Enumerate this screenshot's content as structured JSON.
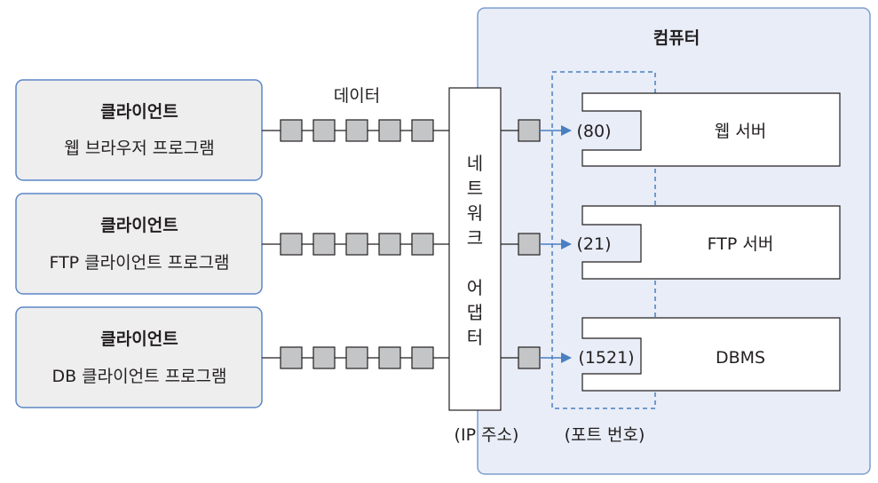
{
  "computer": {
    "title": "컴퓨터"
  },
  "clients": [
    {
      "title": "클라이언트",
      "subtitle": "웹 브라우저 프로그램"
    },
    {
      "title": "클라이언트",
      "subtitle": "FTP 클라이언트 프로그램"
    },
    {
      "title": "클라이언트",
      "subtitle": "DB 클라이언트 프로그램"
    }
  ],
  "data_label": "데이터",
  "network_adapter": {
    "label_chars": [
      "네",
      "트",
      "워",
      "크",
      "",
      "어",
      "댑",
      "터"
    ],
    "caption": "(IP 주소)"
  },
  "port_caption": "(포트 번호)",
  "servers": [
    {
      "name": "웹 서버",
      "port": "(80)"
    },
    {
      "name": "FTP 서버",
      "port": "(21)"
    },
    {
      "name": "DBMS",
      "port": "(1521)"
    }
  ],
  "colors": {
    "computer_bg": "#e8edf7",
    "computer_border": "#7d9dd0",
    "client_bg": "#eeeeef",
    "client_border": "#5b86c5",
    "packet_fill": "#c4c5c6",
    "line": "#231f20",
    "arrow": "#4a7fc1",
    "dashed": "#4a7fc1"
  }
}
